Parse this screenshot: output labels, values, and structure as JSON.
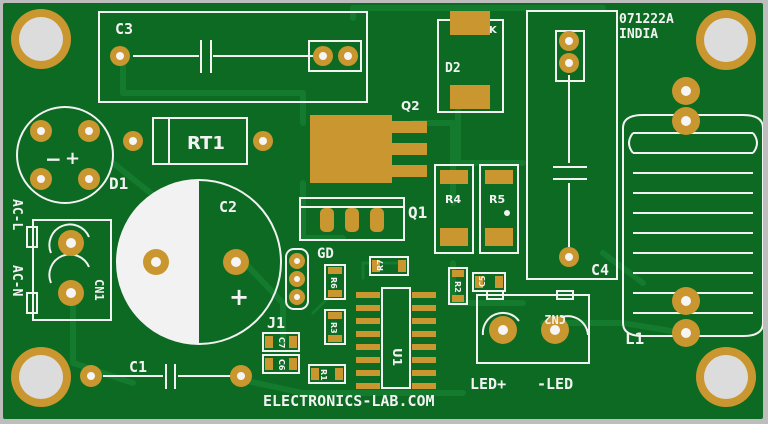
{
  "board": {
    "colors": {
      "solder_mask": "#0c6a22",
      "pad": "#c9962f",
      "silkscreen": "#f2f2f2",
      "frame": "#bdbdbd"
    },
    "labels": {
      "c3": "C3",
      "d2": "D2",
      "d2_k": "K",
      "date_code": "071222A",
      "origin": "INDIA",
      "q2": "Q2",
      "rt1": "RT1",
      "d1": "D1",
      "d1_minus": "−",
      "d1_plus": "+",
      "c2": "C2",
      "c2_plus": "+",
      "q1": "Q1",
      "r4": "R4",
      "r5": "R5",
      "c4": "C4",
      "l1": "L1",
      "ac_l": "AC-L",
      "ac_n": "AC-N",
      "cn1": "CN1",
      "gd": "GD",
      "r6": "R6",
      "r3": "R3",
      "r7": "R7",
      "r2": "R2",
      "c5": "C5",
      "j1": "J1",
      "c7": "C7",
      "c6": "C6",
      "r1": "R1",
      "u1": "U1",
      "cn2": "CN2",
      "led_plus": "LED+",
      "led_minus": "-LED",
      "c1": "C1",
      "website": "ELECTRONICS-LAB.COM"
    }
  }
}
